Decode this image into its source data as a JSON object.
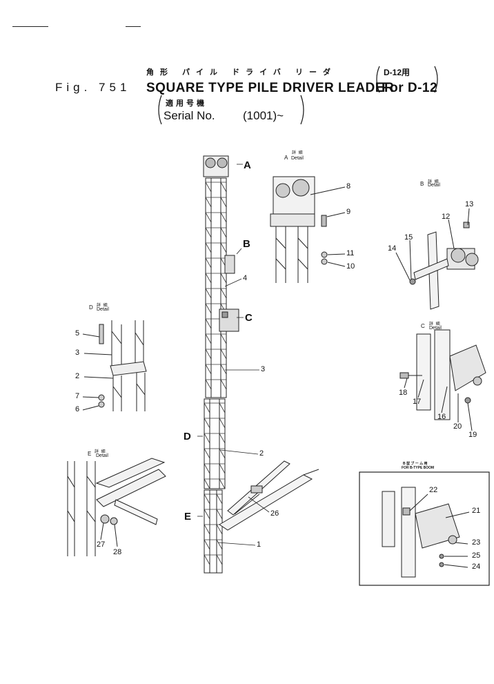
{
  "header": {
    "jp_title": "角形 パイル ドライバ リーダ",
    "jp_model": "D-12用",
    "fig_label": "Fig. 751",
    "title": "SQUARE TYPE PILE DRIVER LEADER",
    "model": "For D-12",
    "jp_serial_label": "適用号機",
    "serial_label": "Serial No.",
    "serial_value": "(1001)~"
  },
  "main_view": {
    "view_arrows": [
      "A",
      "B",
      "C",
      "D",
      "E"
    ],
    "callouts": [
      "4",
      "3",
      "2",
      "26",
      "1"
    ]
  },
  "details": {
    "A": {
      "letter": "A",
      "jp": "詳 細",
      "en": "Detail",
      "callouts": [
        "8",
        "9",
        "11",
        "10"
      ]
    },
    "B": {
      "letter": "B",
      "jp": "詳 細",
      "en": "Detail",
      "callouts": [
        "13",
        "12",
        "15",
        "14"
      ]
    },
    "C": {
      "letter": "C",
      "jp": "詳 細",
      "en": "Detail",
      "callouts": [
        "18",
        "17",
        "16",
        "20",
        "19"
      ]
    },
    "D": {
      "letter": "D",
      "jp": "詳 細",
      "en": "Detail",
      "callouts": [
        "5",
        "3",
        "2",
        "7",
        "6"
      ]
    },
    "E": {
      "letter": "E",
      "jp": "詳 細",
      "en": "Detail",
      "callouts": [
        "27",
        "28"
      ]
    }
  },
  "b_type_boom": {
    "jp": "B 型 ブ ー ム 用",
    "label": "FOR B-TYPE BOOM",
    "callouts": [
      "22",
      "21",
      "23",
      "25",
      "24"
    ]
  }
}
